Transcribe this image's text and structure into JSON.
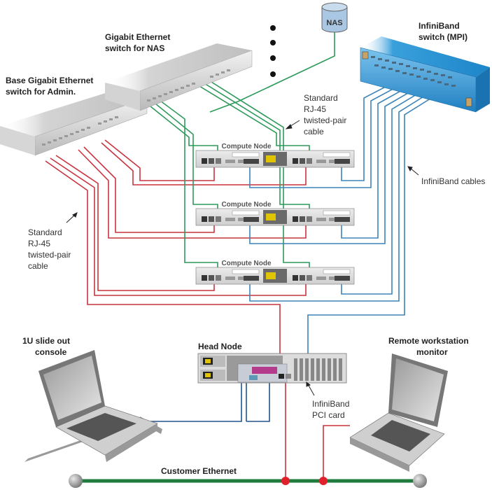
{
  "diagram": {
    "type": "network-topology",
    "colors": {
      "admin_cable": "#c9343f",
      "nas_cable": "#2e9a5a",
      "infiniband_cable": "#3d84b8",
      "console_cable": "#23548c",
      "customer_ethernet": "#1f7a3e",
      "infiniband_switch": "#2a8fd0",
      "gigabit_switch": "#c8c8c8",
      "nas": "#a9c6e2",
      "junction": "#e0202c"
    },
    "labels": {
      "gige_nas_switch": [
        "Gigabit Ethernet",
        "switch for NAS"
      ],
      "admin_switch": [
        "Base Gigabit Ethernet",
        "switch for Admin."
      ],
      "nas": "NAS",
      "ib_switch": [
        "InfiniBand",
        "switch (MPI)"
      ],
      "rj45_top": [
        "Standard",
        "RJ-45",
        "twisted-pair",
        "cable"
      ],
      "rj45_left": [
        "Standard",
        "RJ-45",
        "twisted-pair",
        "cable"
      ],
      "ib_cables": "InfiniBand cables",
      "compute_node": "Compute Node",
      "head_node": "Head Node",
      "ib_pci_card": [
        "InfiniBand",
        "PCI card"
      ],
      "console": [
        "1U slide out",
        "console"
      ],
      "remote_ws": [
        "Remote workstation",
        "monitor"
      ],
      "customer_ethernet": "Customer Ethernet"
    },
    "compute_nodes": [
      {
        "label": "Compute Node"
      },
      {
        "label": "Compute Node"
      },
      {
        "label": "Compute Node"
      }
    ],
    "ellipsis_dots": 4
  }
}
